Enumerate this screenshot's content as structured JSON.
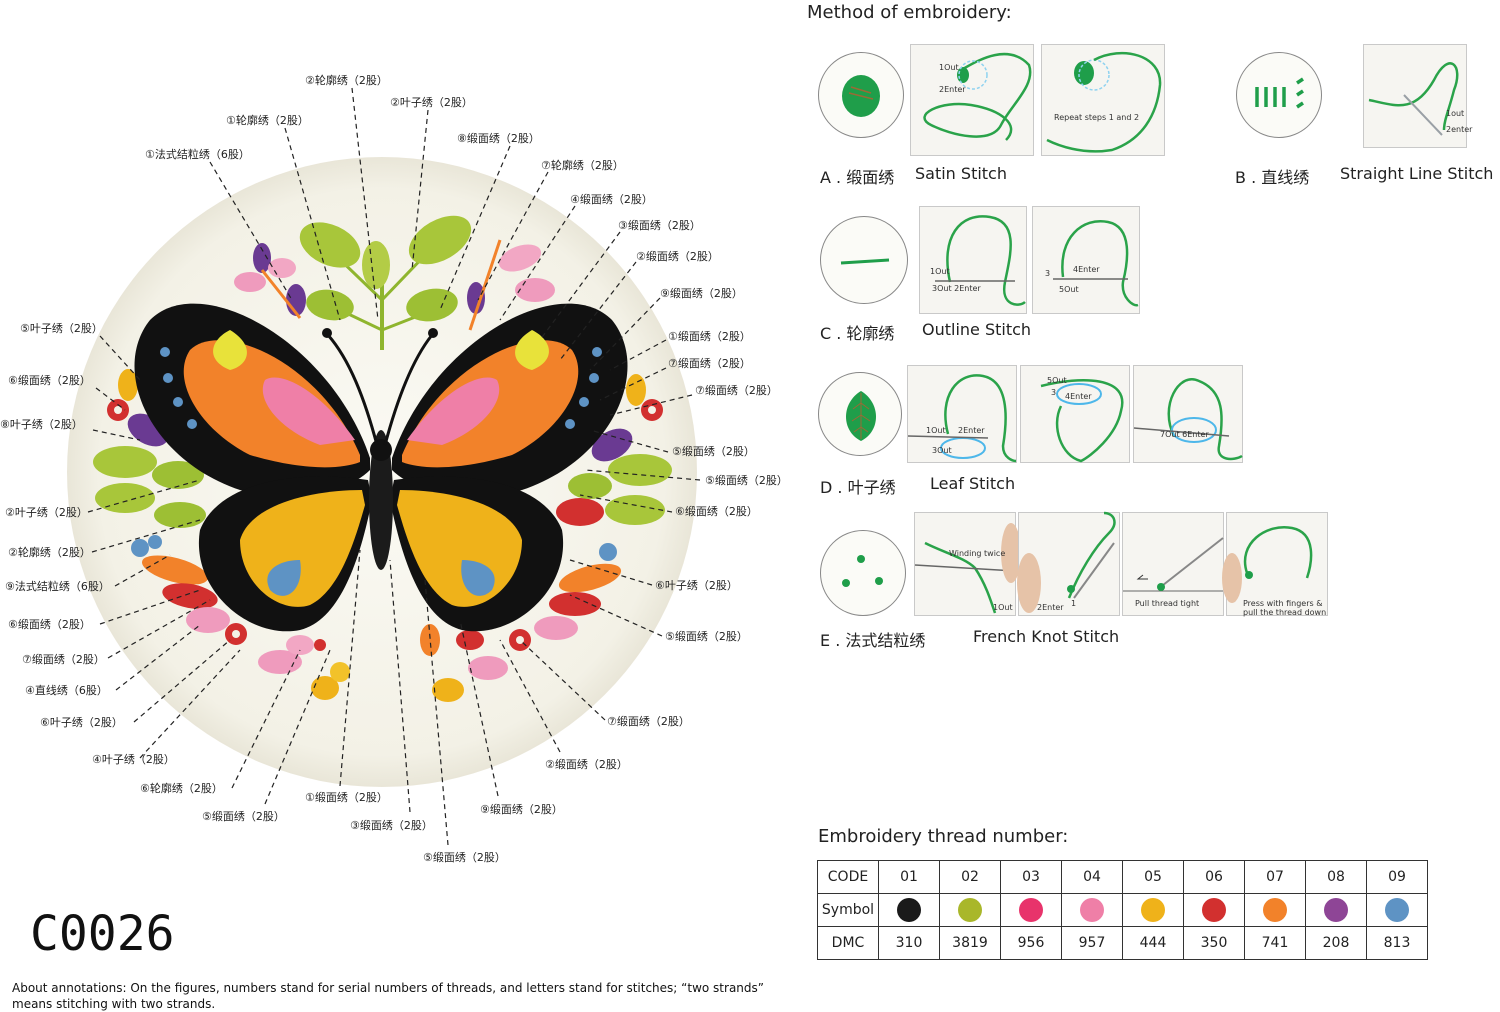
{
  "product_code": "C0026",
  "note": "About annotations: On the figures, numbers stand for serial numbers of threads, and letters stand for stitches; “two strands” means stitching with two strands.",
  "method": {
    "title": "Method of embroidery:",
    "stitches": [
      {
        "letter": "A . 缎面绣",
        "name": "Satin Stitch",
        "photo_notes": [
          "1Out",
          "2Enter",
          "Repeat steps 1 and 2"
        ]
      },
      {
        "letter": "B . 直线绣",
        "name": "Straight Line Stitch",
        "photo_notes": [
          "1out",
          "2enter"
        ]
      },
      {
        "letter": "C . 轮廓绣",
        "name": "Outline Stitch",
        "photo_notes": [
          "1Out",
          "3Out 2Enter",
          "3",
          "4Enter",
          "5Out"
        ]
      },
      {
        "letter": "D . 叶子绣",
        "name": "Leaf Stitch",
        "photo_notes": [
          "1Out",
          "2Enter",
          "3Out",
          "5Out",
          "3",
          "4Enter",
          "7Out 6Enter"
        ]
      },
      {
        "letter": "E . 法式结粒绣",
        "name": "French Knot Stitch",
        "photo_notes": [
          "Winding twice",
          "1Out",
          "2Enter",
          "1",
          "Pull thread tight",
          "Press with fingers &",
          "pull the thread down"
        ]
      }
    ]
  },
  "threads": {
    "title": "Embroidery thread number:",
    "row_labels": {
      "code": "CODE",
      "symbol": "Symbol",
      "dmc": "DMC"
    },
    "items": [
      {
        "code": "01",
        "dmc": "310",
        "color": "#1a1a1a"
      },
      {
        "code": "02",
        "dmc": "3819",
        "color": "#a9b72a"
      },
      {
        "code": "03",
        "dmc": "956",
        "color": "#e8336b"
      },
      {
        "code": "04",
        "dmc": "957",
        "color": "#ef7fa7"
      },
      {
        "code": "05",
        "dmc": "444",
        "color": "#efb21a"
      },
      {
        "code": "06",
        "dmc": "350",
        "color": "#d2302f"
      },
      {
        "code": "07",
        "dmc": "741",
        "color": "#f2822a"
      },
      {
        "code": "08",
        "dmc": "208",
        "color": "#8e4596"
      },
      {
        "code": "09",
        "dmc": "813",
        "color": "#5e93c4"
      }
    ]
  },
  "callouts": {
    "top": [
      "②轮廓绣（2股）",
      "②叶子绣（2股）",
      "①轮廓绣（2股）",
      "⑧缎面绣（2股）",
      "①法式结粒绣（6股）",
      "⑦轮廓绣（2股）",
      "④缎面绣（2股）",
      "③缎面绣（2股）",
      "②缎面绣（2股）",
      "⑨缎面绣（2股）"
    ],
    "right": [
      "①缎面绣（2股）",
      "⑦缎面绣（2股）",
      "⑦缎面绣（2股）",
      "⑤缎面绣（2股）",
      "⑤缎面绣（2股）",
      "⑥缎面绣（2股）",
      "⑥叶子绣（2股）",
      "⑤缎面绣（2股）",
      "⑦缎面绣（2股）"
    ],
    "left": [
      "⑤叶子绣（2股）",
      "⑥缎面绣（2股）",
      "⑧叶子绣（2股）",
      "②叶子绣（2股）",
      "②轮廓绣（2股）",
      "⑨法式结粒绣（6股）",
      "⑥缎面绣（2股）",
      "⑦缎面绣（2股）",
      "④直线绣（6股）",
      "⑥叶子绣（2股）",
      "④叶子绣（2股）",
      "⑥轮廓绣（2股）"
    ],
    "bottom": [
      "⑤缎面绣（2股）",
      "①缎面绣（2股）",
      "③缎面绣（2股）",
      "⑤缎面绣（2股）",
      "⑨缎面绣（2股）",
      "②缎面绣（2股）"
    ]
  }
}
